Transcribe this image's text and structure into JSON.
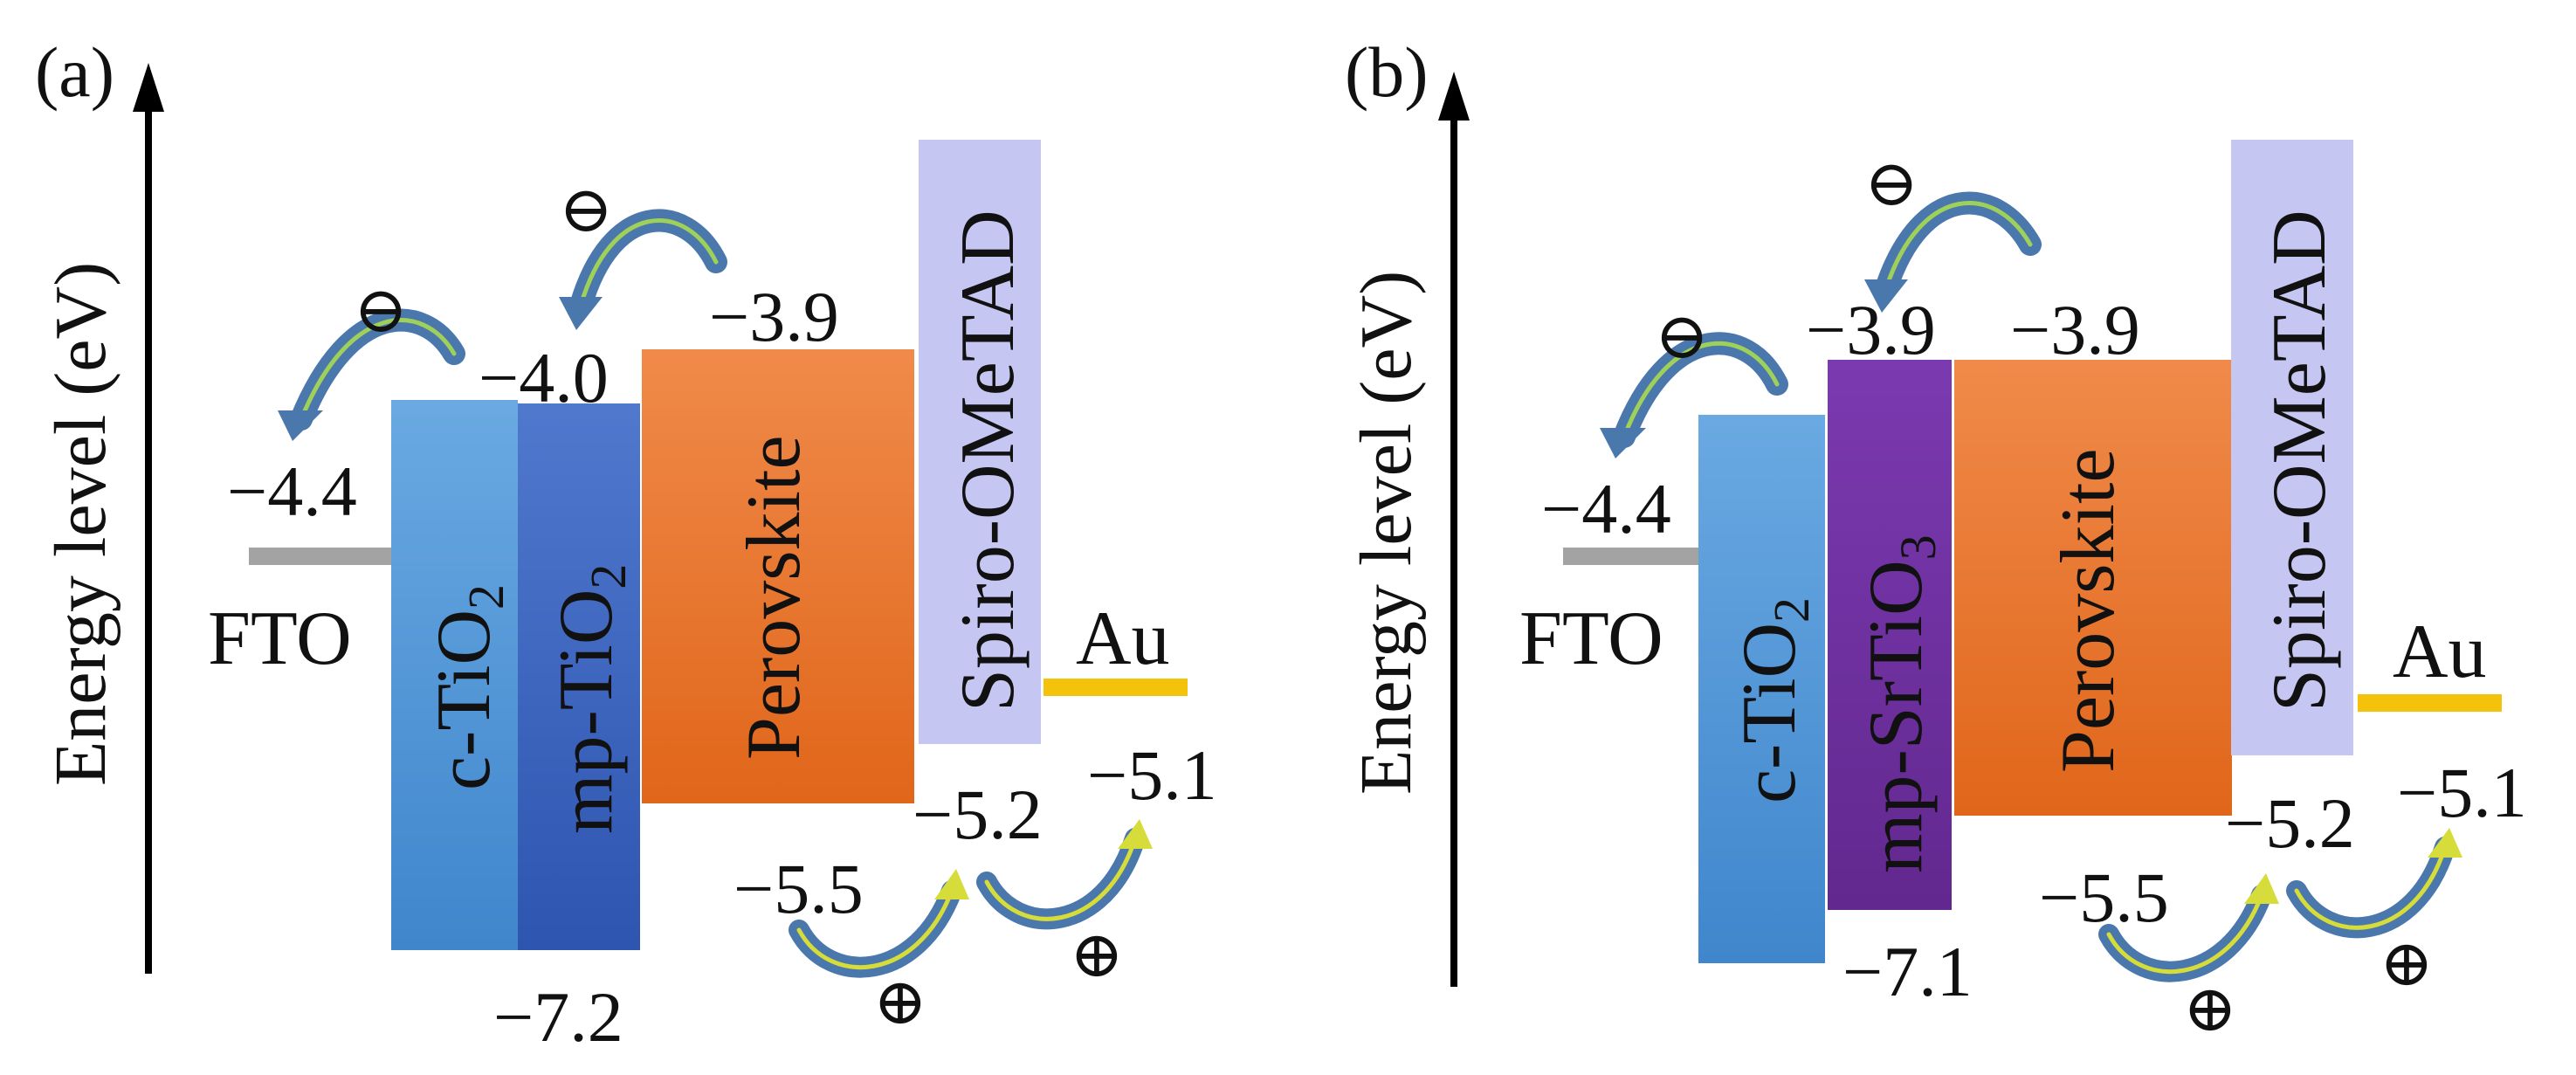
{
  "panels": [
    {
      "id": "a",
      "tag": "(a)",
      "axis_label": "Energy level (eV)",
      "fto": {
        "label": "FTO",
        "value": "−4.4"
      },
      "au": {
        "label": "Au"
      },
      "layers": [
        {
          "name": "c-TiO",
          "sub": "2"
        },
        {
          "name": "mp-TiO",
          "sub": "2"
        },
        {
          "name": "Perovskite",
          "sub": ""
        },
        {
          "name": "Spiro-OMeTAD",
          "sub": ""
        }
      ],
      "values": {
        "mp_cb": "−4.0",
        "pero_cb": "−3.9",
        "mp_vb": "−7.2",
        "pero_vb": "−5.5",
        "spiro_vb": "−5.2",
        "au": "−5.1"
      }
    },
    {
      "id": "b",
      "tag": "(b)",
      "axis_label": "Energy level (eV)",
      "fto": {
        "label": "FTO",
        "value": "−4.4"
      },
      "au": {
        "label": "Au"
      },
      "layers": [
        {
          "name": "c-TiO",
          "sub": "2"
        },
        {
          "name": "mp-SrTiO",
          "sub": "3"
        },
        {
          "name": "Perovskite",
          "sub": ""
        },
        {
          "name": "Spiro-OMeTAD",
          "sub": ""
        }
      ],
      "values": {
        "mp_cb": "−3.9",
        "pero_cb": "−3.9",
        "mp_vb": "−7.1",
        "pero_vb": "−5.5",
        "spiro_vb": "−5.2",
        "au": "−5.1"
      }
    }
  ],
  "carriers": {
    "electron": "⊖",
    "hole": "⊕"
  },
  "colors": {
    "fto": "#a3a3a3",
    "au": "#f5c20b",
    "c_tio2": "#4f96d6",
    "mp_tio2": "#3a62bd",
    "mp_srtio3": "#6f2fa0",
    "perovskite": "#e67326",
    "spiro": "#c6c6f2",
    "arrow": "#4a78ad",
    "carrier": "#e8141c"
  }
}
